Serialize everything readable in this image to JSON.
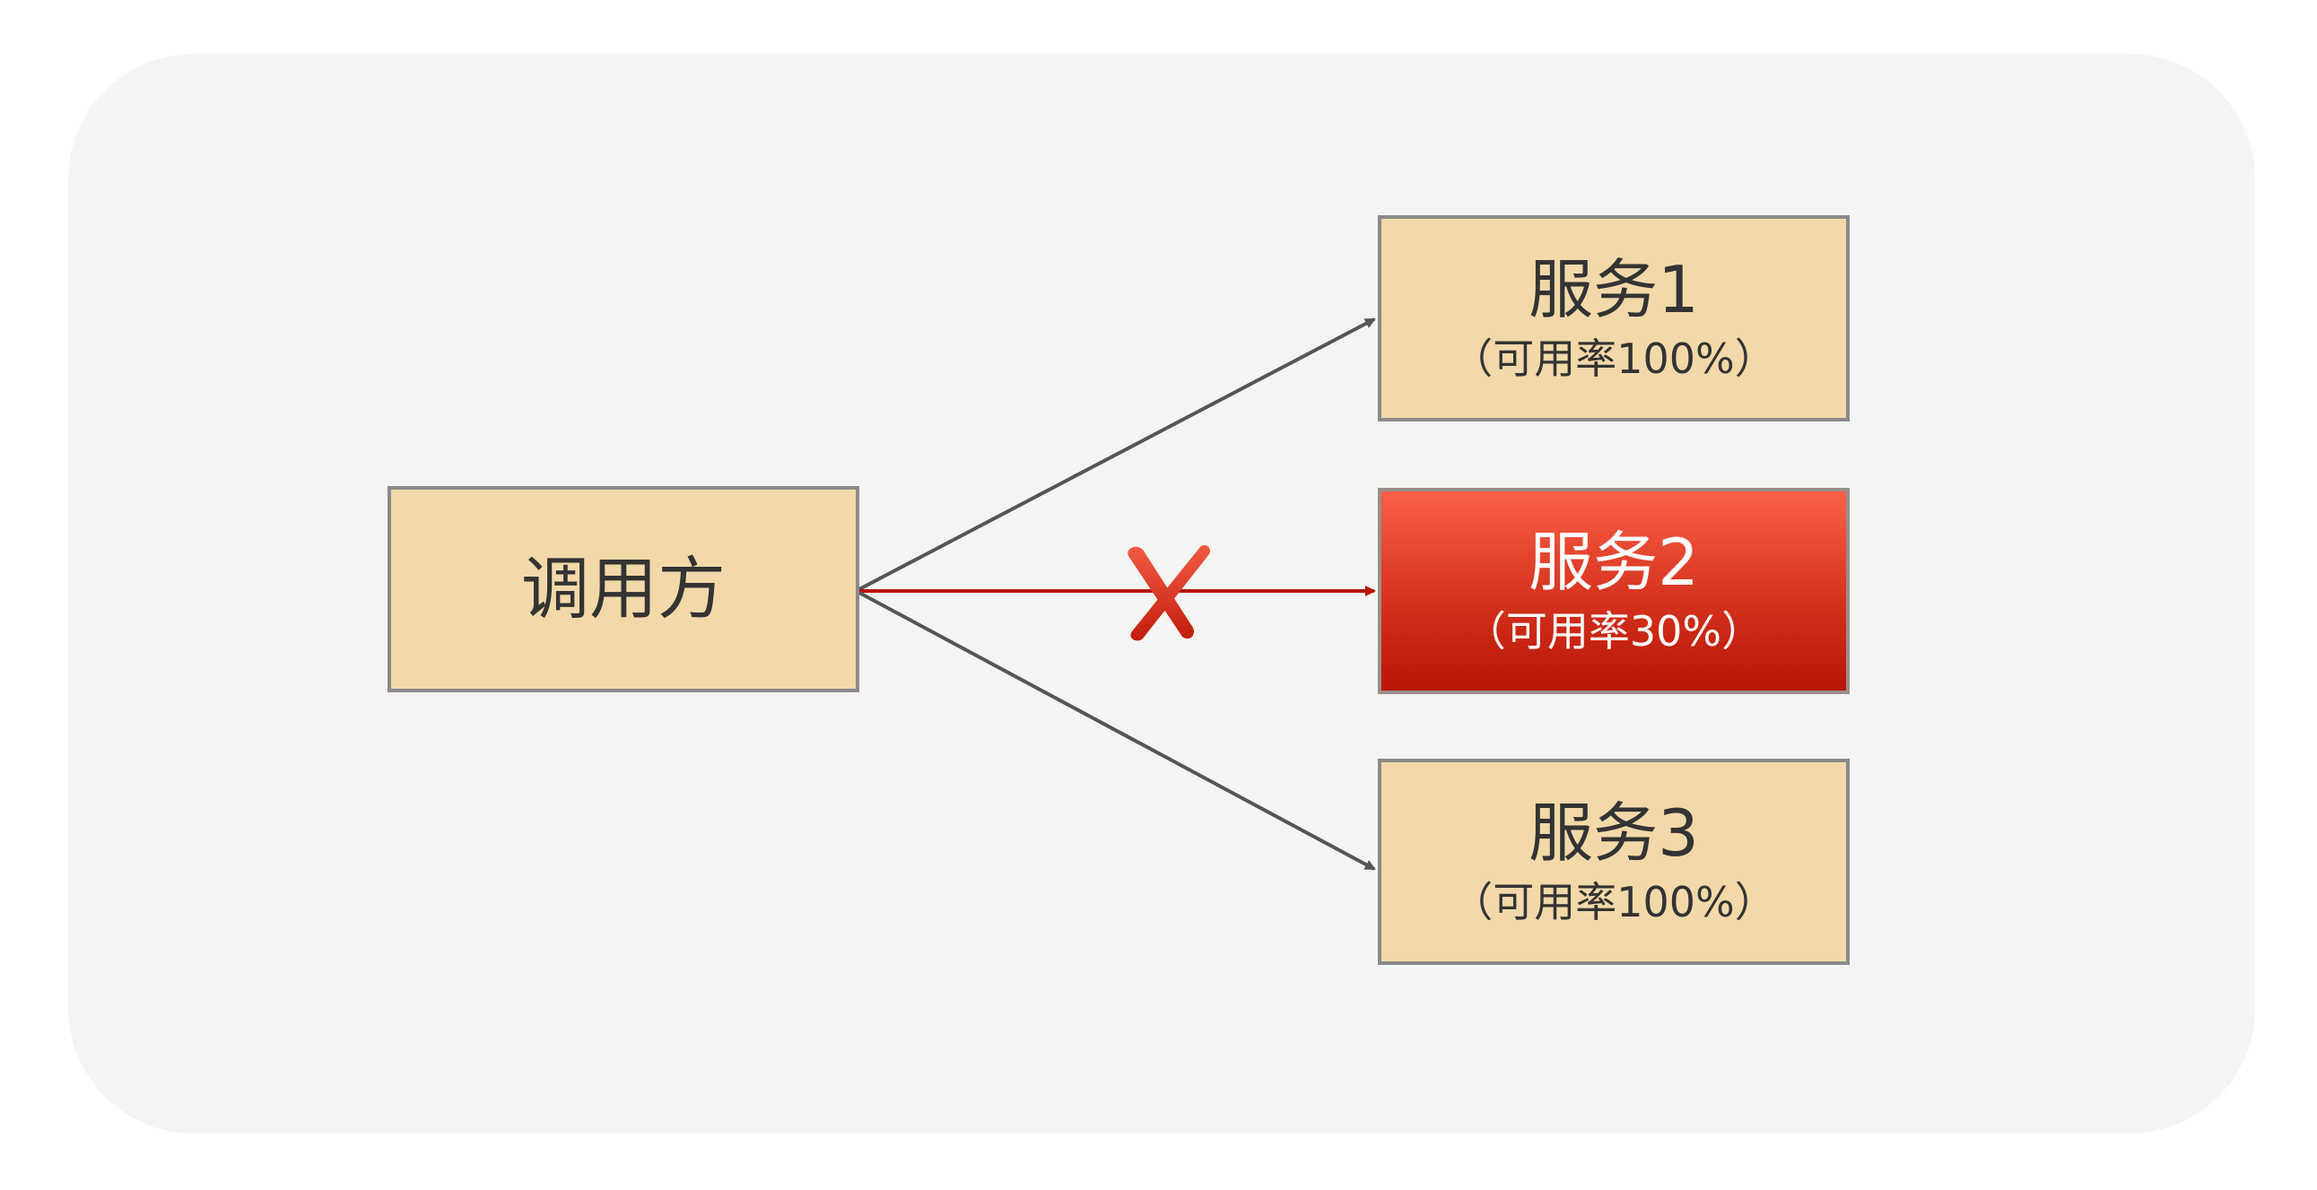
{
  "caller": {
    "label": "调用方"
  },
  "services": [
    {
      "name": "服务1",
      "availability": "（可用率100%）",
      "status": "ok"
    },
    {
      "name": "服务2",
      "availability": "（可用率30%）",
      "status": "failed"
    },
    {
      "name": "服务3",
      "availability": "（可用率100%）",
      "status": "ok"
    }
  ],
  "colors": {
    "node_fill": "#f3d9a9",
    "node_border": "#8a8a8a",
    "failed_fill_top": "#fb6048",
    "failed_fill_bottom": "#b81606",
    "normal_arrow": "#555555",
    "failed_arrow": "#b81606",
    "cross_mark": "#d8321f"
  },
  "links": [
    {
      "from": "caller",
      "to": "服务1",
      "blocked": false
    },
    {
      "from": "caller",
      "to": "服务2",
      "blocked": true
    },
    {
      "from": "caller",
      "to": "服务3",
      "blocked": false
    }
  ]
}
